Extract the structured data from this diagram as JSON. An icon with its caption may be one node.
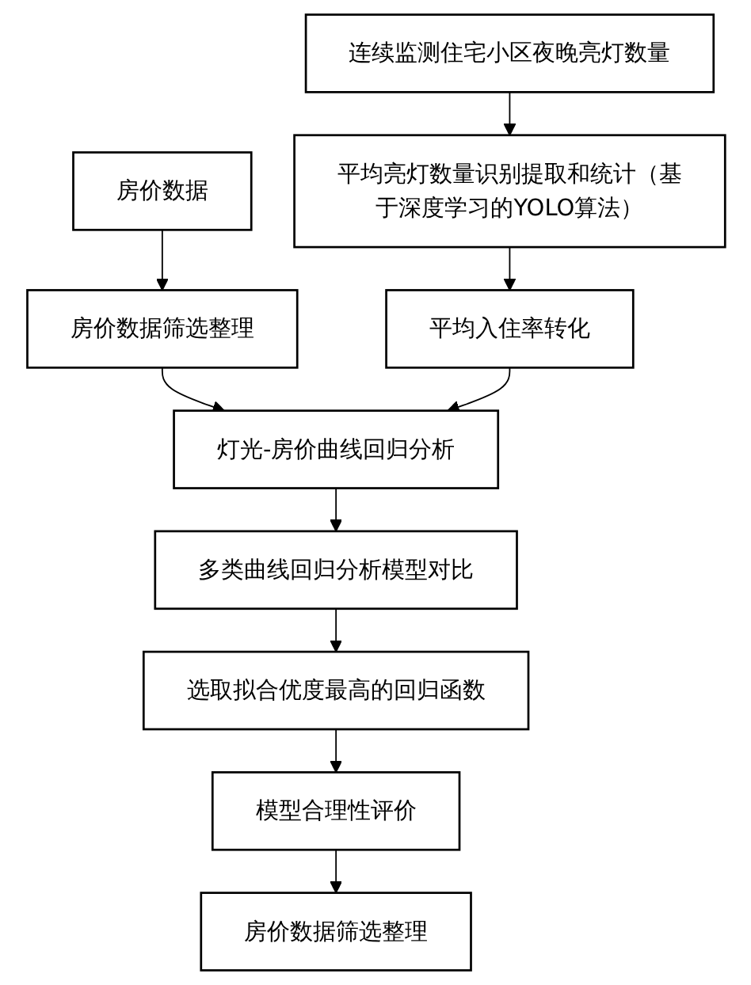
{
  "diagram": {
    "nodes": [
      {
        "text": [
          "房价数据"
        ]
      },
      {
        "text": [
          "连续监测住宅小区夜晚亮灯数量"
        ]
      },
      {
        "text": [
          "房价数据筛选整理"
        ]
      },
      {
        "text": [
          "平均亮灯数量识别提取和统计（基于深度学习的YOLO算法）"
        ]
      },
      {
        "text": [
          "平均入住率转化"
        ]
      },
      {
        "text": [
          "灯光-房价曲线回归分析"
        ]
      },
      {
        "text": [
          "多类曲线回归分析模型对比"
        ]
      },
      {
        "text": [
          "选取拟合优度最高的回归函数"
        ]
      },
      {
        "text": [
          "模型合理性评价"
        ]
      },
      {
        "text": [
          "房价数据筛选整理"
        ]
      }
    ],
    "edges": [
      {
        "from": 0,
        "to": 2,
        "arrow": "to"
      },
      {
        "from": 1,
        "to": 3,
        "arrow": "to"
      },
      {
        "from": 3,
        "to": 4,
        "arrow": "to"
      },
      {
        "from": 2,
        "to": 5,
        "arrow": "to"
      },
      {
        "from": 4,
        "to": 5,
        "arrow": "to"
      },
      {
        "from": 5,
        "to": 6,
        "arrow": "to"
      },
      {
        "from": 6,
        "to": 7,
        "arrow": "to"
      },
      {
        "from": 7,
        "to": 8,
        "arrow": "to"
      },
      {
        "from": 8,
        "to": 9,
        "arrow": "to"
      }
    ]
  }
}
